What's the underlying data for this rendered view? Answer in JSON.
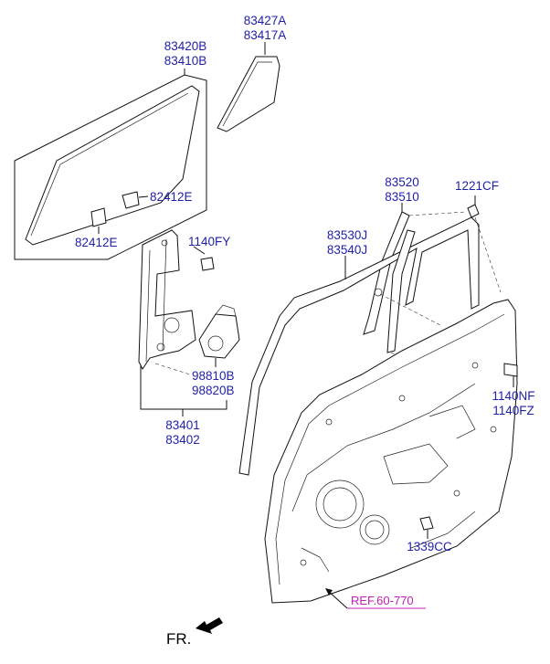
{
  "labels": {
    "quarter_glass": [
      "83427A",
      "83417A"
    ],
    "door_glass": [
      "83420B",
      "83410B"
    ],
    "clip_upper": "82412E",
    "clip_lower": "82412E",
    "bolt_regulator": "1140FY",
    "run_channel_rear": [
      "83520",
      "83510"
    ],
    "bolt_top": "1221CF",
    "run_channel_main": [
      "83530J",
      "83540J"
    ],
    "motor": [
      "98810B",
      "98820B"
    ],
    "bolt_side": [
      "1140NF",
      "1140FZ"
    ],
    "regulator": [
      "83401",
      "83402"
    ],
    "nut": "1339CC",
    "reference": "REF.60-770",
    "front": "FR."
  },
  "colors": {
    "label": "#1f1fa8",
    "reference": "#c021b4",
    "line": "#111111"
  },
  "icons": {
    "front_arrow": "arrow-down-left-icon"
  }
}
